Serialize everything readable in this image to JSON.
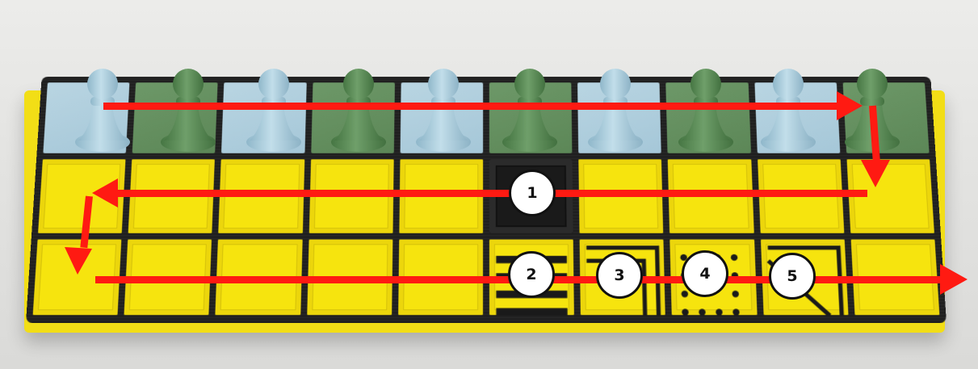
{
  "colors": {
    "board": "#222222",
    "cell_yellow": "#f6e40e",
    "tile_blue": "#aecbd9",
    "tile_green": "#638f5e",
    "pawn_blue": "#a9cfe0",
    "pawn_green": "#578a52",
    "arrow_red": "#ff1a12"
  },
  "rows": [
    {
      "name": "pawn-row",
      "cells": [
        "blue",
        "green",
        "blue",
        "green",
        "blue",
        "green",
        "blue",
        "green",
        "blue",
        "green"
      ]
    },
    {
      "name": "middle-row",
      "cells": [
        "yellow",
        "yellow",
        "yellow",
        "yellow",
        "yellow",
        "dark",
        "yellow",
        "yellow",
        "yellow",
        "yellow"
      ]
    },
    {
      "name": "bottom-row",
      "cells": [
        "yellow",
        "yellow",
        "yellow",
        "yellow",
        "yellow",
        "stripes",
        "corner-lines",
        "dots",
        "diagonal",
        "yellow"
      ]
    }
  ],
  "markers": [
    {
      "label": "1"
    },
    {
      "label": "2"
    },
    {
      "label": "3"
    },
    {
      "label": "4"
    },
    {
      "label": "5"
    }
  ]
}
